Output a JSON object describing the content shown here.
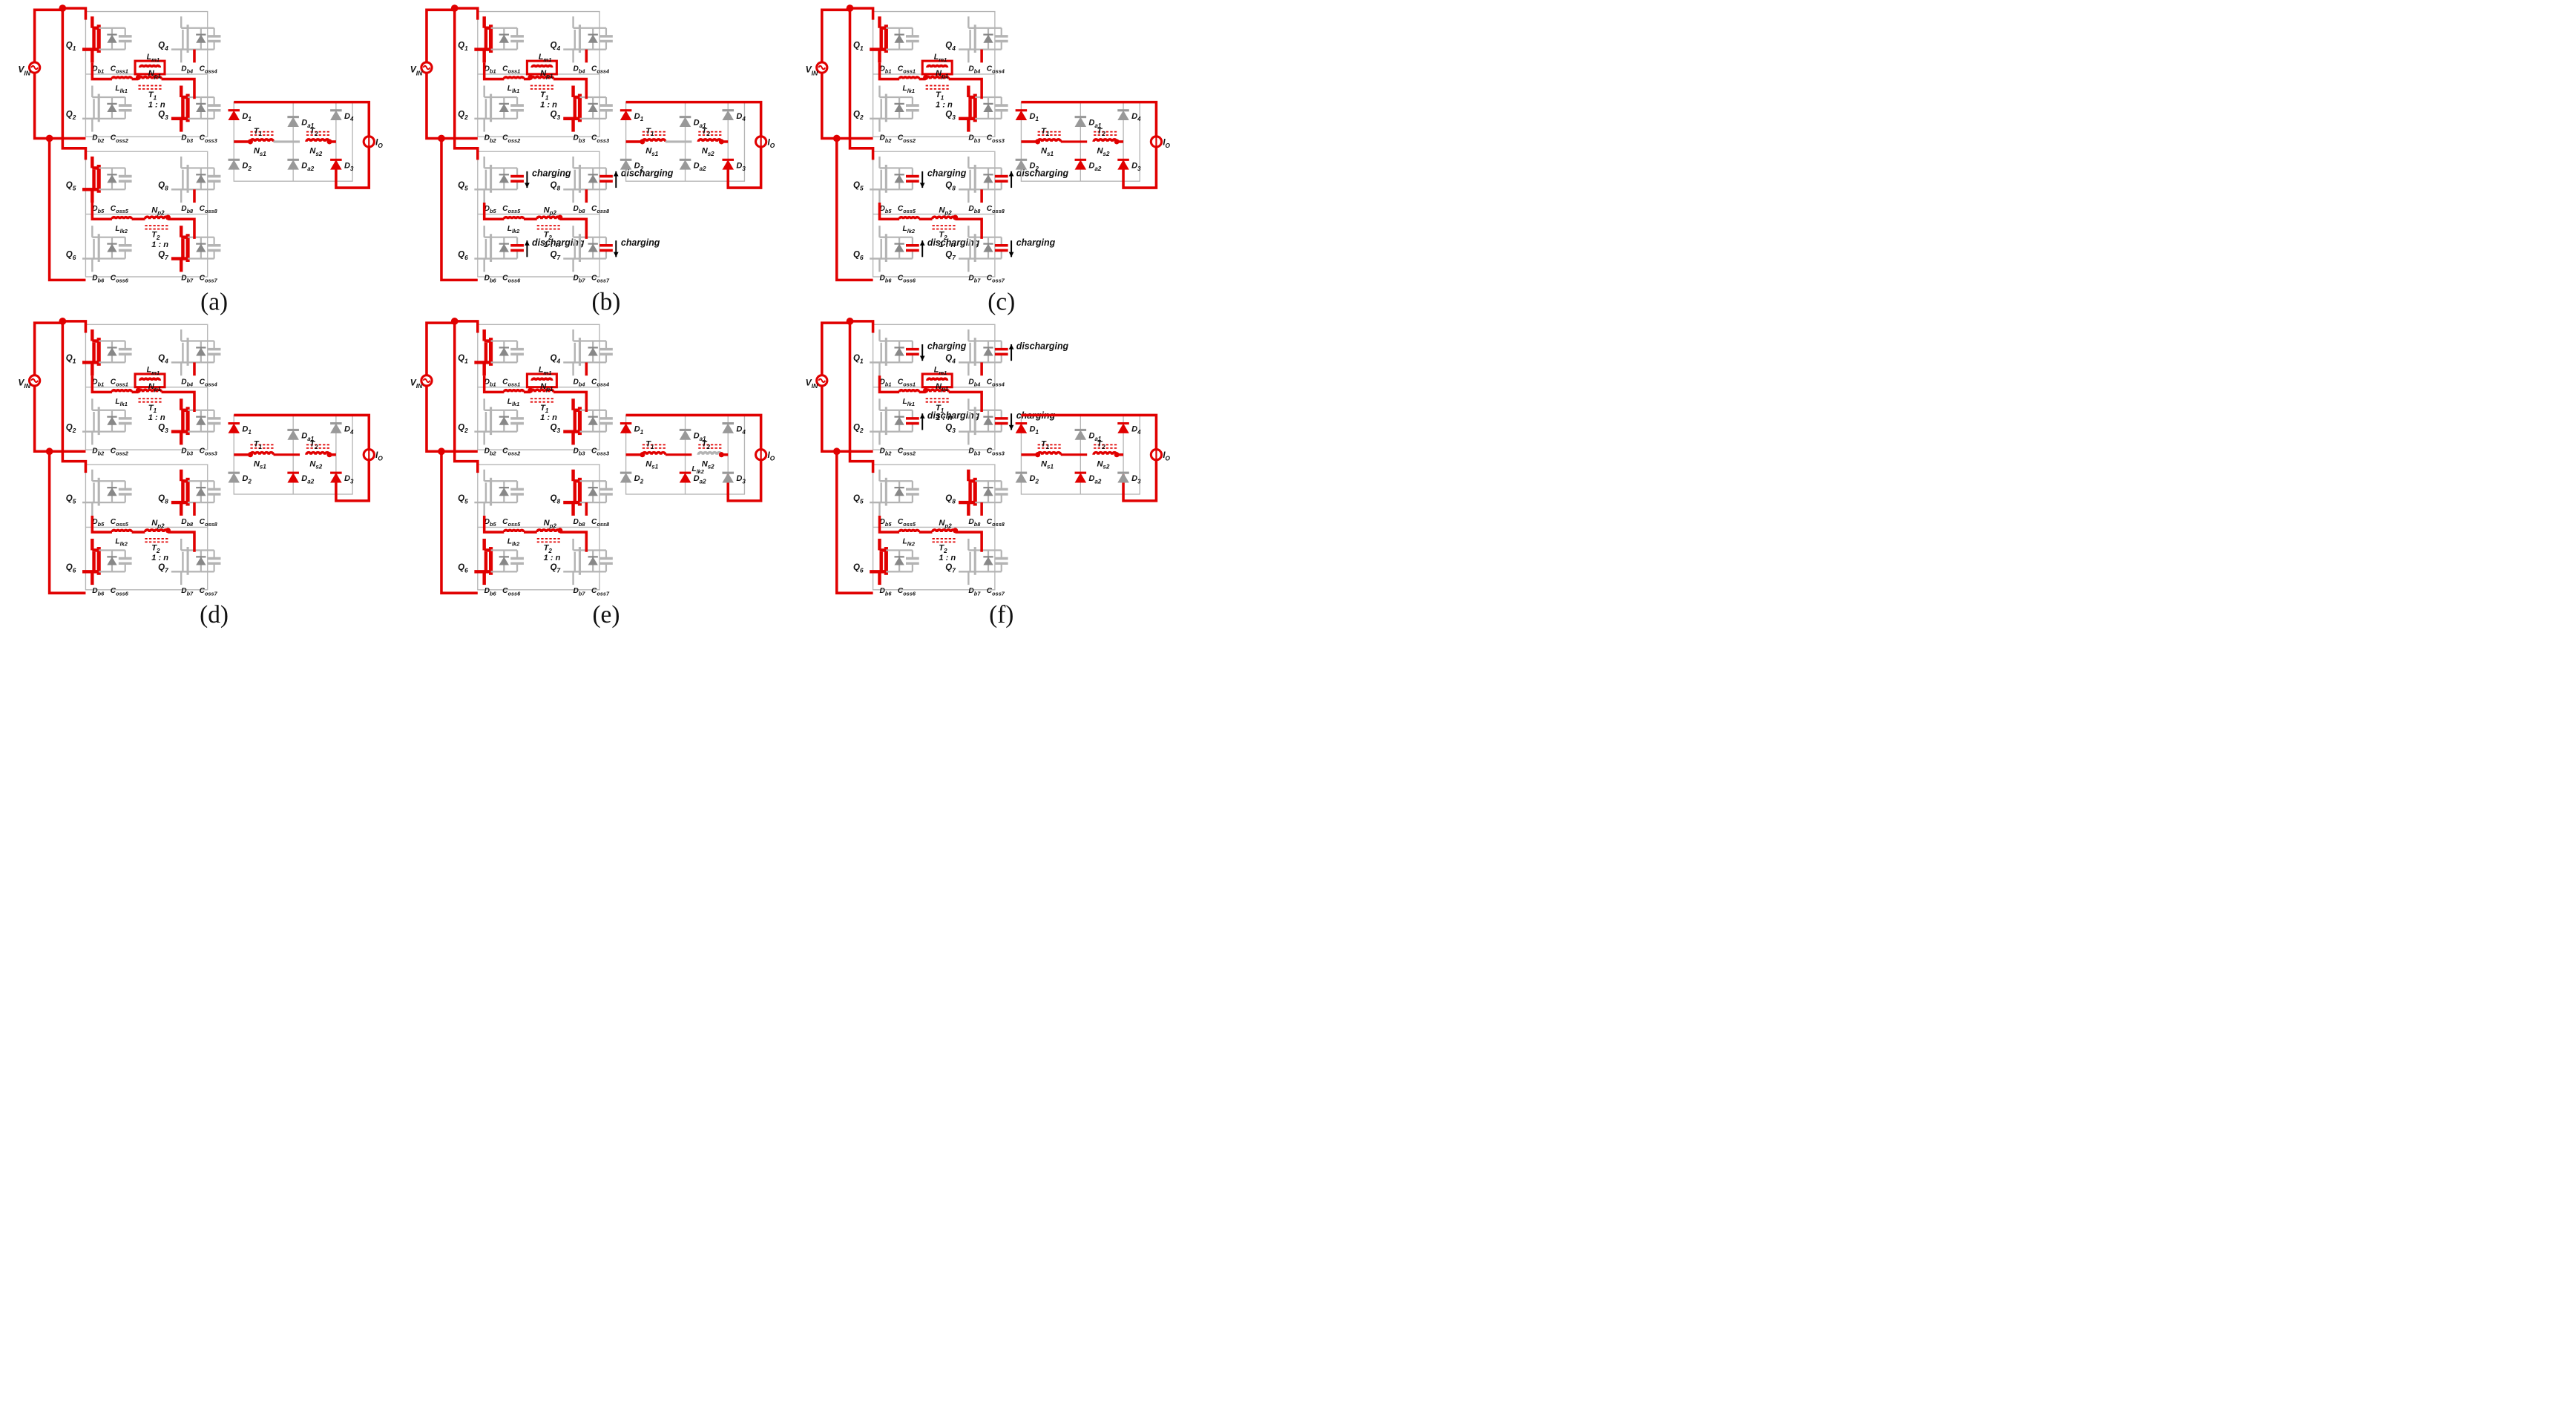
{
  "figure": {
    "panels": [
      {
        "id": "a",
        "caption": "(a)",
        "vin": "V_IN",
        "t1": {
          "label": "T1",
          "ratio": "1 : n",
          "lm": "Lm1",
          "np": "Np1",
          "llk": "Llk1",
          "ns": "Ns1"
        },
        "t2": {
          "label": "T2",
          "ratio": "1 : n",
          "lm": "",
          "np": "Np2",
          "llk": "Llk2",
          "ns": "Ns2"
        },
        "upper_switches": [
          {
            "q": "Q1",
            "db": "Db1",
            "coss": "Coss1",
            "active": true,
            "note": ""
          },
          {
            "q": "Q2",
            "db": "Db2",
            "coss": "Coss2",
            "active": false,
            "note": ""
          },
          {
            "q": "Q3",
            "db": "Db3",
            "coss": "Coss3",
            "active": true,
            "note": ""
          },
          {
            "q": "Q4",
            "db": "Db4",
            "coss": "Coss4",
            "active": false,
            "note": ""
          }
        ],
        "lower_switches": [
          {
            "q": "Q5",
            "db": "Db5",
            "coss": "Coss5",
            "active": true,
            "note": ""
          },
          {
            "q": "Q6",
            "db": "Db6",
            "coss": "Coss6",
            "active": false,
            "note": ""
          },
          {
            "q": "Q7",
            "db": "Db7",
            "coss": "Coss7",
            "active": true,
            "note": ""
          },
          {
            "q": "Q8",
            "db": "Db8",
            "coss": "Coss8",
            "active": false,
            "note": ""
          }
        ],
        "rectifier": {
          "diodes": [
            "D1",
            "D2",
            "D3",
            "D4",
            "Da1",
            "Da2"
          ],
          "active": [
            "D1",
            "D3"
          ],
          "io": "IO",
          "llk_sec": ""
        }
      },
      {
        "id": "b",
        "caption": "(b)",
        "vin": "V_IN",
        "t1": {
          "label": "T1",
          "ratio": "1 : n",
          "lm": "Lm1",
          "np": "Np1",
          "llk": "Llk1",
          "ns": "Ns1"
        },
        "t2": {
          "label": "T2",
          "ratio": "1 : n",
          "lm": "",
          "np": "Np2",
          "llk": "Llk2",
          "ns": "Ns2"
        },
        "upper_switches": [
          {
            "q": "Q1",
            "db": "Db1",
            "coss": "Coss1",
            "active": true,
            "note": ""
          },
          {
            "q": "Q2",
            "db": "Db2",
            "coss": "Coss2",
            "active": false,
            "note": ""
          },
          {
            "q": "Q3",
            "db": "Db3",
            "coss": "Coss3",
            "active": true,
            "note": ""
          },
          {
            "q": "Q4",
            "db": "Db4",
            "coss": "Coss4",
            "active": false,
            "note": ""
          }
        ],
        "lower_switches": [
          {
            "q": "Q5",
            "db": "Db5",
            "coss": "Coss5",
            "active": false,
            "note": "charging"
          },
          {
            "q": "Q6",
            "db": "Db6",
            "coss": "Coss6",
            "active": false,
            "note": "discharging"
          },
          {
            "q": "Q7",
            "db": "Db7",
            "coss": "Coss7",
            "active": false,
            "note": "charging"
          },
          {
            "q": "Q8",
            "db": "Db8",
            "coss": "Coss8",
            "active": false,
            "note": "discharging"
          }
        ],
        "rectifier": {
          "diodes": [
            "D1",
            "D2",
            "D3",
            "D4",
            "Da1",
            "Da2"
          ],
          "active": [
            "D1",
            "D3"
          ],
          "io": "IO",
          "llk_sec": ""
        }
      },
      {
        "id": "c",
        "caption": "(c)",
        "vin": "V_IN",
        "t1": {
          "label": "T1",
          "ratio": "1 : n",
          "lm": "Lm1",
          "np": "Np1",
          "llk": "Llk1",
          "ns": "Ns1"
        },
        "t2": {
          "label": "T2",
          "ratio": "1 : n",
          "lm": "",
          "np": "Np2",
          "llk": "Llk2",
          "ns": "Ns2"
        },
        "upper_switches": [
          {
            "q": "Q1",
            "db": "Db1",
            "coss": "Coss1",
            "active": true,
            "note": ""
          },
          {
            "q": "Q2",
            "db": "Db2",
            "coss": "Coss2",
            "active": false,
            "note": ""
          },
          {
            "q": "Q3",
            "db": "Db3",
            "coss": "Coss3",
            "active": true,
            "note": ""
          },
          {
            "q": "Q4",
            "db": "Db4",
            "coss": "Coss4",
            "active": false,
            "note": ""
          }
        ],
        "lower_switches": [
          {
            "q": "Q5",
            "db": "Db5",
            "coss": "Coss5",
            "active": false,
            "note": "charging"
          },
          {
            "q": "Q6",
            "db": "Db6",
            "coss": "Coss6",
            "active": false,
            "note": "discharging"
          },
          {
            "q": "Q7",
            "db": "Db7",
            "coss": "Coss7",
            "active": false,
            "note": "charging"
          },
          {
            "q": "Q8",
            "db": "Db8",
            "coss": "Coss8",
            "active": false,
            "note": "discharging"
          }
        ],
        "rectifier": {
          "diodes": [
            "D1",
            "D2",
            "D3",
            "D4",
            "Da1",
            "Da2"
          ],
          "active": [
            "D1",
            "D3",
            "Da2"
          ],
          "io": "IO",
          "llk_sec": ""
        }
      },
      {
        "id": "d",
        "caption": "(d)",
        "vin": "V_IN",
        "t1": {
          "label": "T1",
          "ratio": "1 : n",
          "lm": "Lm1",
          "np": "Np1",
          "llk": "Llk1",
          "ns": "Ns1"
        },
        "t2": {
          "label": "T2",
          "ratio": "1 : n",
          "lm": "",
          "np": "Np2",
          "llk": "Llk2",
          "ns": "Ns2"
        },
        "upper_switches": [
          {
            "q": "Q1",
            "db": "Db1",
            "coss": "Coss1",
            "active": true,
            "note": ""
          },
          {
            "q": "Q2",
            "db": "Db2",
            "coss": "Coss2",
            "active": false,
            "note": ""
          },
          {
            "q": "Q3",
            "db": "Db3",
            "coss": "Coss3",
            "active": true,
            "note": ""
          },
          {
            "q": "Q4",
            "db": "Db4",
            "coss": "Coss4",
            "active": false,
            "note": ""
          }
        ],
        "lower_switches": [
          {
            "q": "Q5",
            "db": "Db5",
            "coss": "Coss5",
            "active": false,
            "note": ""
          },
          {
            "q": "Q6",
            "db": "Db6",
            "coss": "Coss6",
            "active": true,
            "note": ""
          },
          {
            "q": "Q7",
            "db": "Db7",
            "coss": "Coss7",
            "active": false,
            "note": ""
          },
          {
            "q": "Q8",
            "db": "Db8",
            "coss": "Coss8",
            "active": true,
            "note": ""
          }
        ],
        "rectifier": {
          "diodes": [
            "D1",
            "D2",
            "D3",
            "D4",
            "Da1",
            "Da2"
          ],
          "active": [
            "D1",
            "D3",
            "Da2"
          ],
          "io": "IO",
          "llk_sec": ""
        }
      },
      {
        "id": "e",
        "caption": "(e)",
        "vin": "V_IN",
        "t1": {
          "label": "T1",
          "ratio": "1 : n",
          "lm": "Lm1",
          "np": "Np1",
          "llk": "Llk1",
          "ns": "Ns1"
        },
        "t2": {
          "label": "T2",
          "ratio": "1 : n",
          "lm": "",
          "np": "Np2",
          "llk": "Llk2",
          "ns": "Ns2"
        },
        "upper_switches": [
          {
            "q": "Q1",
            "db": "Db1",
            "coss": "Coss1",
            "active": true,
            "note": ""
          },
          {
            "q": "Q2",
            "db": "Db2",
            "coss": "Coss2",
            "active": false,
            "note": ""
          },
          {
            "q": "Q3",
            "db": "Db3",
            "coss": "Coss3",
            "active": true,
            "note": ""
          },
          {
            "q": "Q4",
            "db": "Db4",
            "coss": "Coss4",
            "active": false,
            "note": ""
          }
        ],
        "lower_switches": [
          {
            "q": "Q5",
            "db": "Db5",
            "coss": "Coss5",
            "active": false,
            "note": ""
          },
          {
            "q": "Q6",
            "db": "Db6",
            "coss": "Coss6",
            "active": true,
            "note": ""
          },
          {
            "q": "Q7",
            "db": "Db7",
            "coss": "Coss7",
            "active": false,
            "note": ""
          },
          {
            "q": "Q8",
            "db": "Db8",
            "coss": "Coss8",
            "active": true,
            "note": ""
          }
        ],
        "rectifier": {
          "diodes": [
            "D1",
            "D2",
            "D3",
            "D4",
            "Da1",
            "Da2"
          ],
          "active": [
            "D1",
            "Da2"
          ],
          "io": "IO",
          "llk_sec": "Llk2"
        }
      },
      {
        "id": "f",
        "caption": "(f)",
        "vin": "V_IN",
        "t1": {
          "label": "T1",
          "ratio": "1 : n",
          "lm": "Lm1",
          "np": "Np1",
          "llk": "Llk1",
          "ns": "Ns1"
        },
        "t2": {
          "label": "T2",
          "ratio": "1 : n",
          "lm": "",
          "np": "Np2",
          "llk": "Llk2",
          "ns": "Ns2"
        },
        "upper_switches": [
          {
            "q": "Q1",
            "db": "Db1",
            "coss": "Coss1",
            "active": false,
            "note": "charging"
          },
          {
            "q": "Q2",
            "db": "Db2",
            "coss": "Coss2",
            "active": false,
            "note": "discharging"
          },
          {
            "q": "Q3",
            "db": "Db3",
            "coss": "Coss3",
            "active": false,
            "note": "charging"
          },
          {
            "q": "Q4",
            "db": "Db4",
            "coss": "Coss4",
            "active": false,
            "note": "discharging"
          }
        ],
        "lower_switches": [
          {
            "q": "Q5",
            "db": "Db5",
            "coss": "Coss5",
            "active": false,
            "note": ""
          },
          {
            "q": "Q6",
            "db": "Db6",
            "coss": "Coss6",
            "active": true,
            "note": ""
          },
          {
            "q": "Q7",
            "db": "Db7",
            "coss": "Coss7",
            "active": false,
            "note": ""
          },
          {
            "q": "Q8",
            "db": "Db8",
            "coss": "Coss8",
            "active": true,
            "note": ""
          }
        ],
        "rectifier": {
          "diodes": [
            "D1",
            "D2",
            "D3",
            "D4",
            "Da1",
            "Da2"
          ],
          "active": [
            "D1",
            "Da2",
            "D4"
          ],
          "io": "IO",
          "llk_sec": ""
        }
      }
    ]
  },
  "colors": {
    "active": "#e00000",
    "inactive": "#b4b4b4",
    "text": "#111111",
    "background": "#ffffff"
  }
}
